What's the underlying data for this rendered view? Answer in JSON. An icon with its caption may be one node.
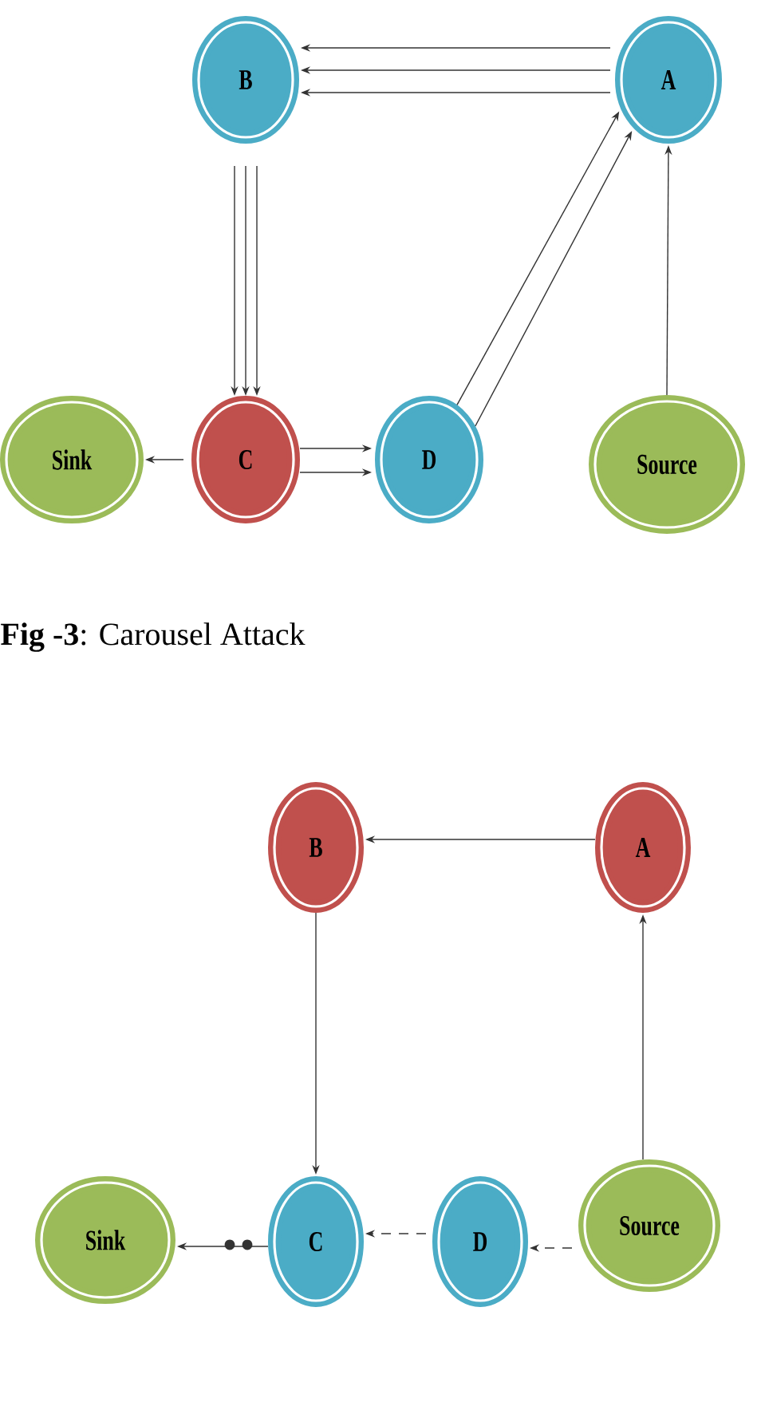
{
  "diagram": {
    "caption": "**Fig -3**: Carousel Attack",
    "nodes": [
      {
        "text": [
          "B"
        ]
      },
      {
        "text": [
          "A"
        ]
      },
      {
        "text": [
          "Sink"
        ]
      },
      {
        "text": [
          "C"
        ]
      },
      {
        "text": [
          "D"
        ]
      },
      {
        "text": [
          "Source"
        ]
      },
      {
        "text": [
          "B"
        ]
      },
      {
        "text": [
          "A"
        ]
      },
      {
        "text": [
          "Sink"
        ]
      },
      {
        "text": [
          "C"
        ]
      },
      {
        "text": [
          "D"
        ]
      },
      {
        "text": [
          "Source"
        ]
      }
    ],
    "edges": [
      {
        "from": 1,
        "to": 0,
        "arrow": "to"
      },
      {
        "from": 1,
        "to": 0,
        "arrow": "to"
      },
      {
        "from": 1,
        "to": 0,
        "arrow": "to"
      },
      {
        "from": 0,
        "to": 3,
        "arrow": "to"
      },
      {
        "from": 0,
        "to": 3,
        "arrow": "to"
      },
      {
        "from": 0,
        "to": 3,
        "arrow": "to"
      },
      {
        "from": 3,
        "to": 4,
        "arrow": "to"
      },
      {
        "from": 3,
        "to": 4,
        "arrow": "to"
      },
      {
        "from": 4,
        "to": 1,
        "arrow": "to"
      },
      {
        "from": 4,
        "to": 1,
        "arrow": "to"
      },
      {
        "from": 5,
        "to": 1,
        "arrow": "to"
      },
      {
        "from": 3,
        "to": 2,
        "arrow": "to"
      },
      {
        "from": 7,
        "to": 6,
        "arrow": "to"
      },
      {
        "from": 6,
        "to": 9,
        "arrow": "to"
      },
      {
        "from": 11,
        "to": 7,
        "arrow": "to"
      },
      {
        "from": 11,
        "to": 10,
        "arrow": "to",
        "style": "dashed"
      },
      {
        "from": 10,
        "to": 9,
        "arrow": "to",
        "style": "dashed"
      },
      {
        "from": 9,
        "to": 8,
        "arrow": "to"
      }
    ]
  }
}
